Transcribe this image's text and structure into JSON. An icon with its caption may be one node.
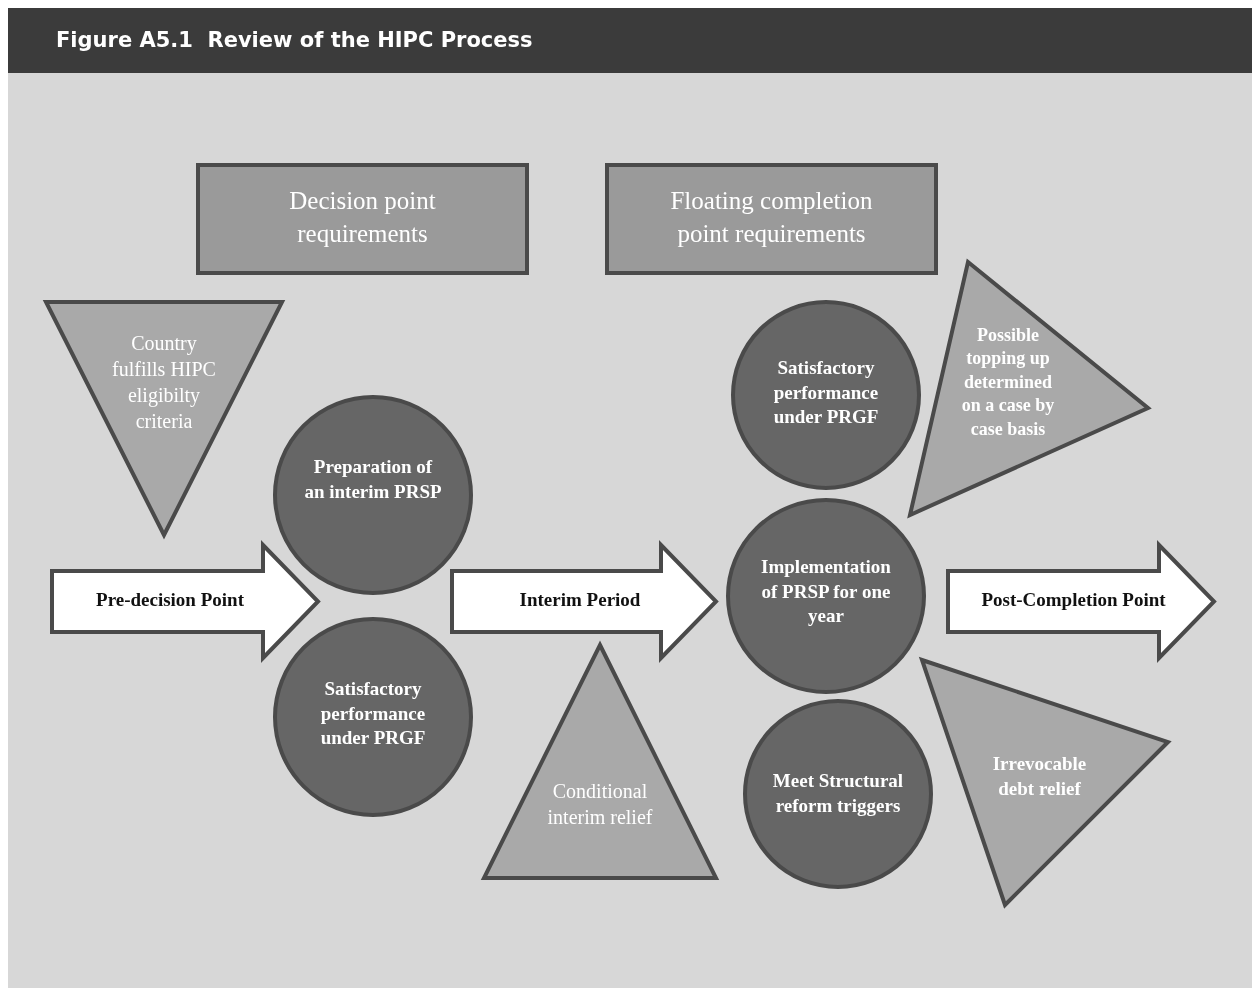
{
  "diagram": {
    "title": "Figure A5.1  Review of the HIPC Process",
    "nodes": [
      {
        "text": [
          "Decision point requirements"
        ]
      },
      {
        "text": [
          "Floating completion point requirements"
        ]
      },
      {
        "text": [
          "Country fulfills HIPC eligibilty criteria"
        ]
      },
      {
        "text": [
          "Satisfactory performance under PRGF"
        ]
      },
      {
        "text": [
          "Possible topping up determined on a case by case basis"
        ]
      },
      {
        "text": [
          "Preparation of an interim PRSP"
        ]
      },
      {
        "text": [
          "Pre-decision Point"
        ]
      },
      {
        "text": [
          "Interim Period"
        ]
      },
      {
        "text": [
          "Implementation of PRSP for one year"
        ]
      },
      {
        "text": [
          "Post-Completion Point"
        ]
      },
      {
        "text": [
          "Satisfactory performance under PRGF"
        ]
      },
      {
        "text": [
          "Conditional interim relief"
        ]
      },
      {
        "text": [
          "Meet Structural reform triggers"
        ]
      },
      {
        "text": [
          "Irrevocable debt relief"
        ]
      }
    ],
    "edges": []
  }
}
